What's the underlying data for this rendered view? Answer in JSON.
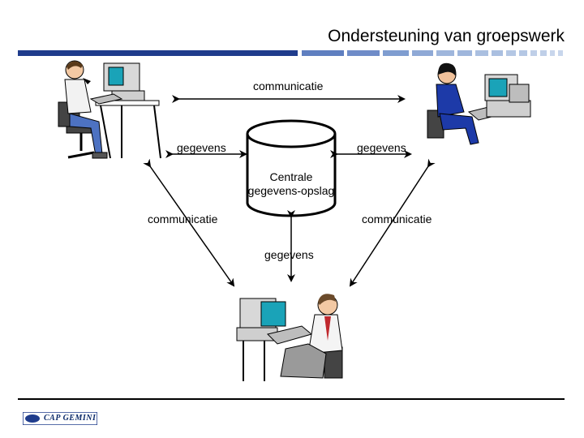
{
  "title": "Ondersteuning van groepswerk",
  "labels": {
    "communication_top": "communicatie",
    "data_left": "gegevens",
    "data_right": "gegevens",
    "central_storage": "Centrale gegevens-opslag",
    "communication_left": "communicatie",
    "communication_right": "communicatie",
    "data_bottom": "gegevens"
  },
  "footer": {
    "logo_text": "CAP GEMINI"
  },
  "colors": {
    "header_bar": "#1f3c8c",
    "header_squares": "#7f9dd0",
    "logo_blue": "#1f3c8c"
  },
  "icons": [
    "person-at-computer-left",
    "person-at-computer-right",
    "person-at-computer-bottom",
    "database-cylinder"
  ]
}
